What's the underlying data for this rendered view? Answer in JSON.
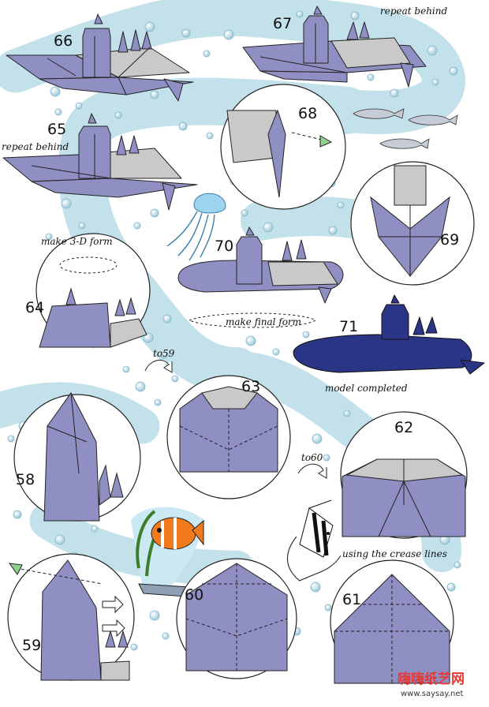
{
  "steps": {
    "s58": "58",
    "s59": "59",
    "s60": "60",
    "s61": "61",
    "s62": "62",
    "s63": "63",
    "s64": "64",
    "s65": "65",
    "s66": "66",
    "s67": "67",
    "s68": "68",
    "s69": "69",
    "s70": "70",
    "s71": "71"
  },
  "notes": {
    "repeat_behind_top": "repeat behind",
    "repeat_behind_left": "repeat behind",
    "make_3d_form": "make 3-D form",
    "make_final_form": "make final form",
    "model_completed": "model completed",
    "to59": "to59",
    "to60": "to60",
    "using_crease_lines": "using the crease lines"
  },
  "watermark": {
    "brand": "嗨嗨纸艺网",
    "url": "www.saysay.net"
  },
  "colors": {
    "paper_front": "#8f8fc4",
    "paper_back": "#c9c9c9",
    "final_model": "#2a3585",
    "water_band": "#c3e1ea",
    "bubble": "#a9d3e2",
    "watermark_red": "#e53935"
  }
}
